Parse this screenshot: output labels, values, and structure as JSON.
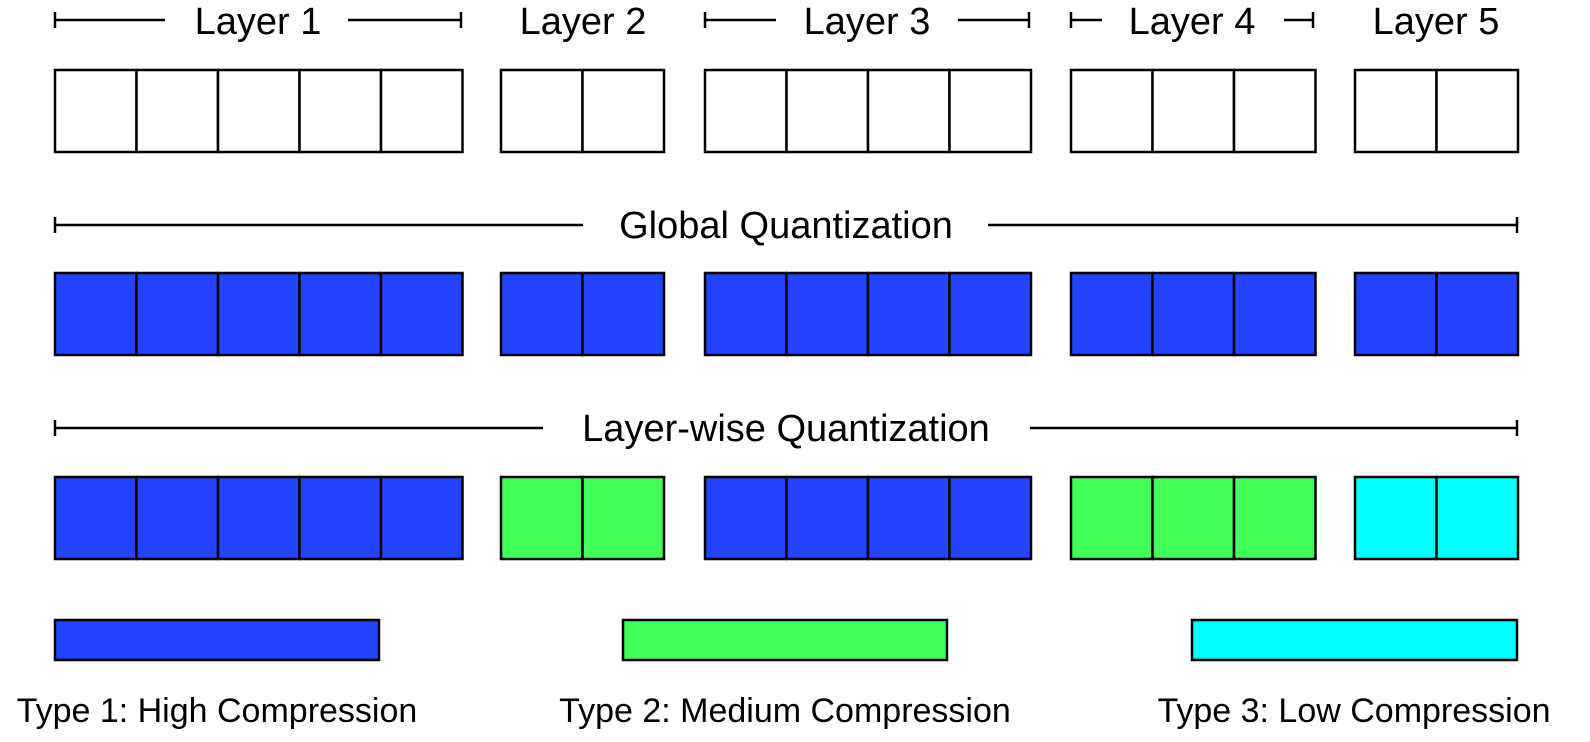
{
  "layers": [
    {
      "label": "Layer 1",
      "cells": 5,
      "layerwise_type": 1
    },
    {
      "label": "Layer 2",
      "cells": 2,
      "layerwise_type": 2
    },
    {
      "label": "Layer 3",
      "cells": 4,
      "layerwise_type": 1
    },
    {
      "label": "Layer 4",
      "cells": 3,
      "layerwise_type": 2
    },
    {
      "label": "Layer 5",
      "cells": 2,
      "layerwise_type": 3
    }
  ],
  "global_label": "Global Quantization",
  "global_type": 1,
  "layerwise_label": "Layer-wise Quantization",
  "types": [
    {
      "id": 1,
      "label": "Type 1: High Compression",
      "color": "#2244ff"
    },
    {
      "id": 2,
      "label": "Type 2: Medium Compression",
      "color": "#44ff5a"
    },
    {
      "id": 3,
      "label": "Type 3: Low Compression",
      "color": "#00ffff"
    }
  ],
  "colors": {
    "stroke": "#000000",
    "empty": "#ffffff"
  }
}
